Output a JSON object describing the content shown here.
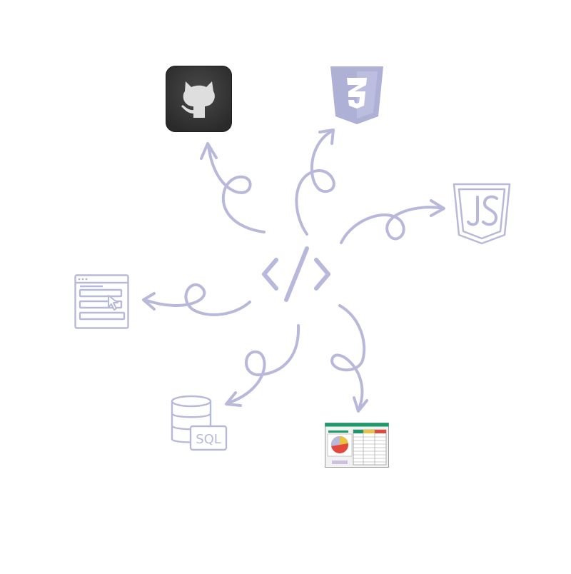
{
  "diagram": {
    "center": {
      "icon": "code-brackets-icon"
    },
    "nodes": [
      {
        "key": "github",
        "icon": "github-icon"
      },
      {
        "key": "css3",
        "icon": "css3-icon",
        "glyph": "3"
      },
      {
        "key": "javascript",
        "icon": "javascript-icon",
        "glyph": "JS"
      },
      {
        "key": "web-form",
        "icon": "web-form-icon"
      },
      {
        "key": "sql",
        "icon": "sql-database-icon",
        "label": "SQL"
      },
      {
        "key": "spreadsheet",
        "icon": "spreadsheet-chart-icon"
      }
    ],
    "colors": {
      "accent": "#b8b9da",
      "accent_fill": "#aeb0d6",
      "github_bg": "#333333",
      "github_fg": "#dedede",
      "sheet_green": "#1a9a6c",
      "sheet_yellow": "#e6c340",
      "sheet_red": "#e4473c",
      "sheet_lilac": "#cfc0de"
    }
  }
}
